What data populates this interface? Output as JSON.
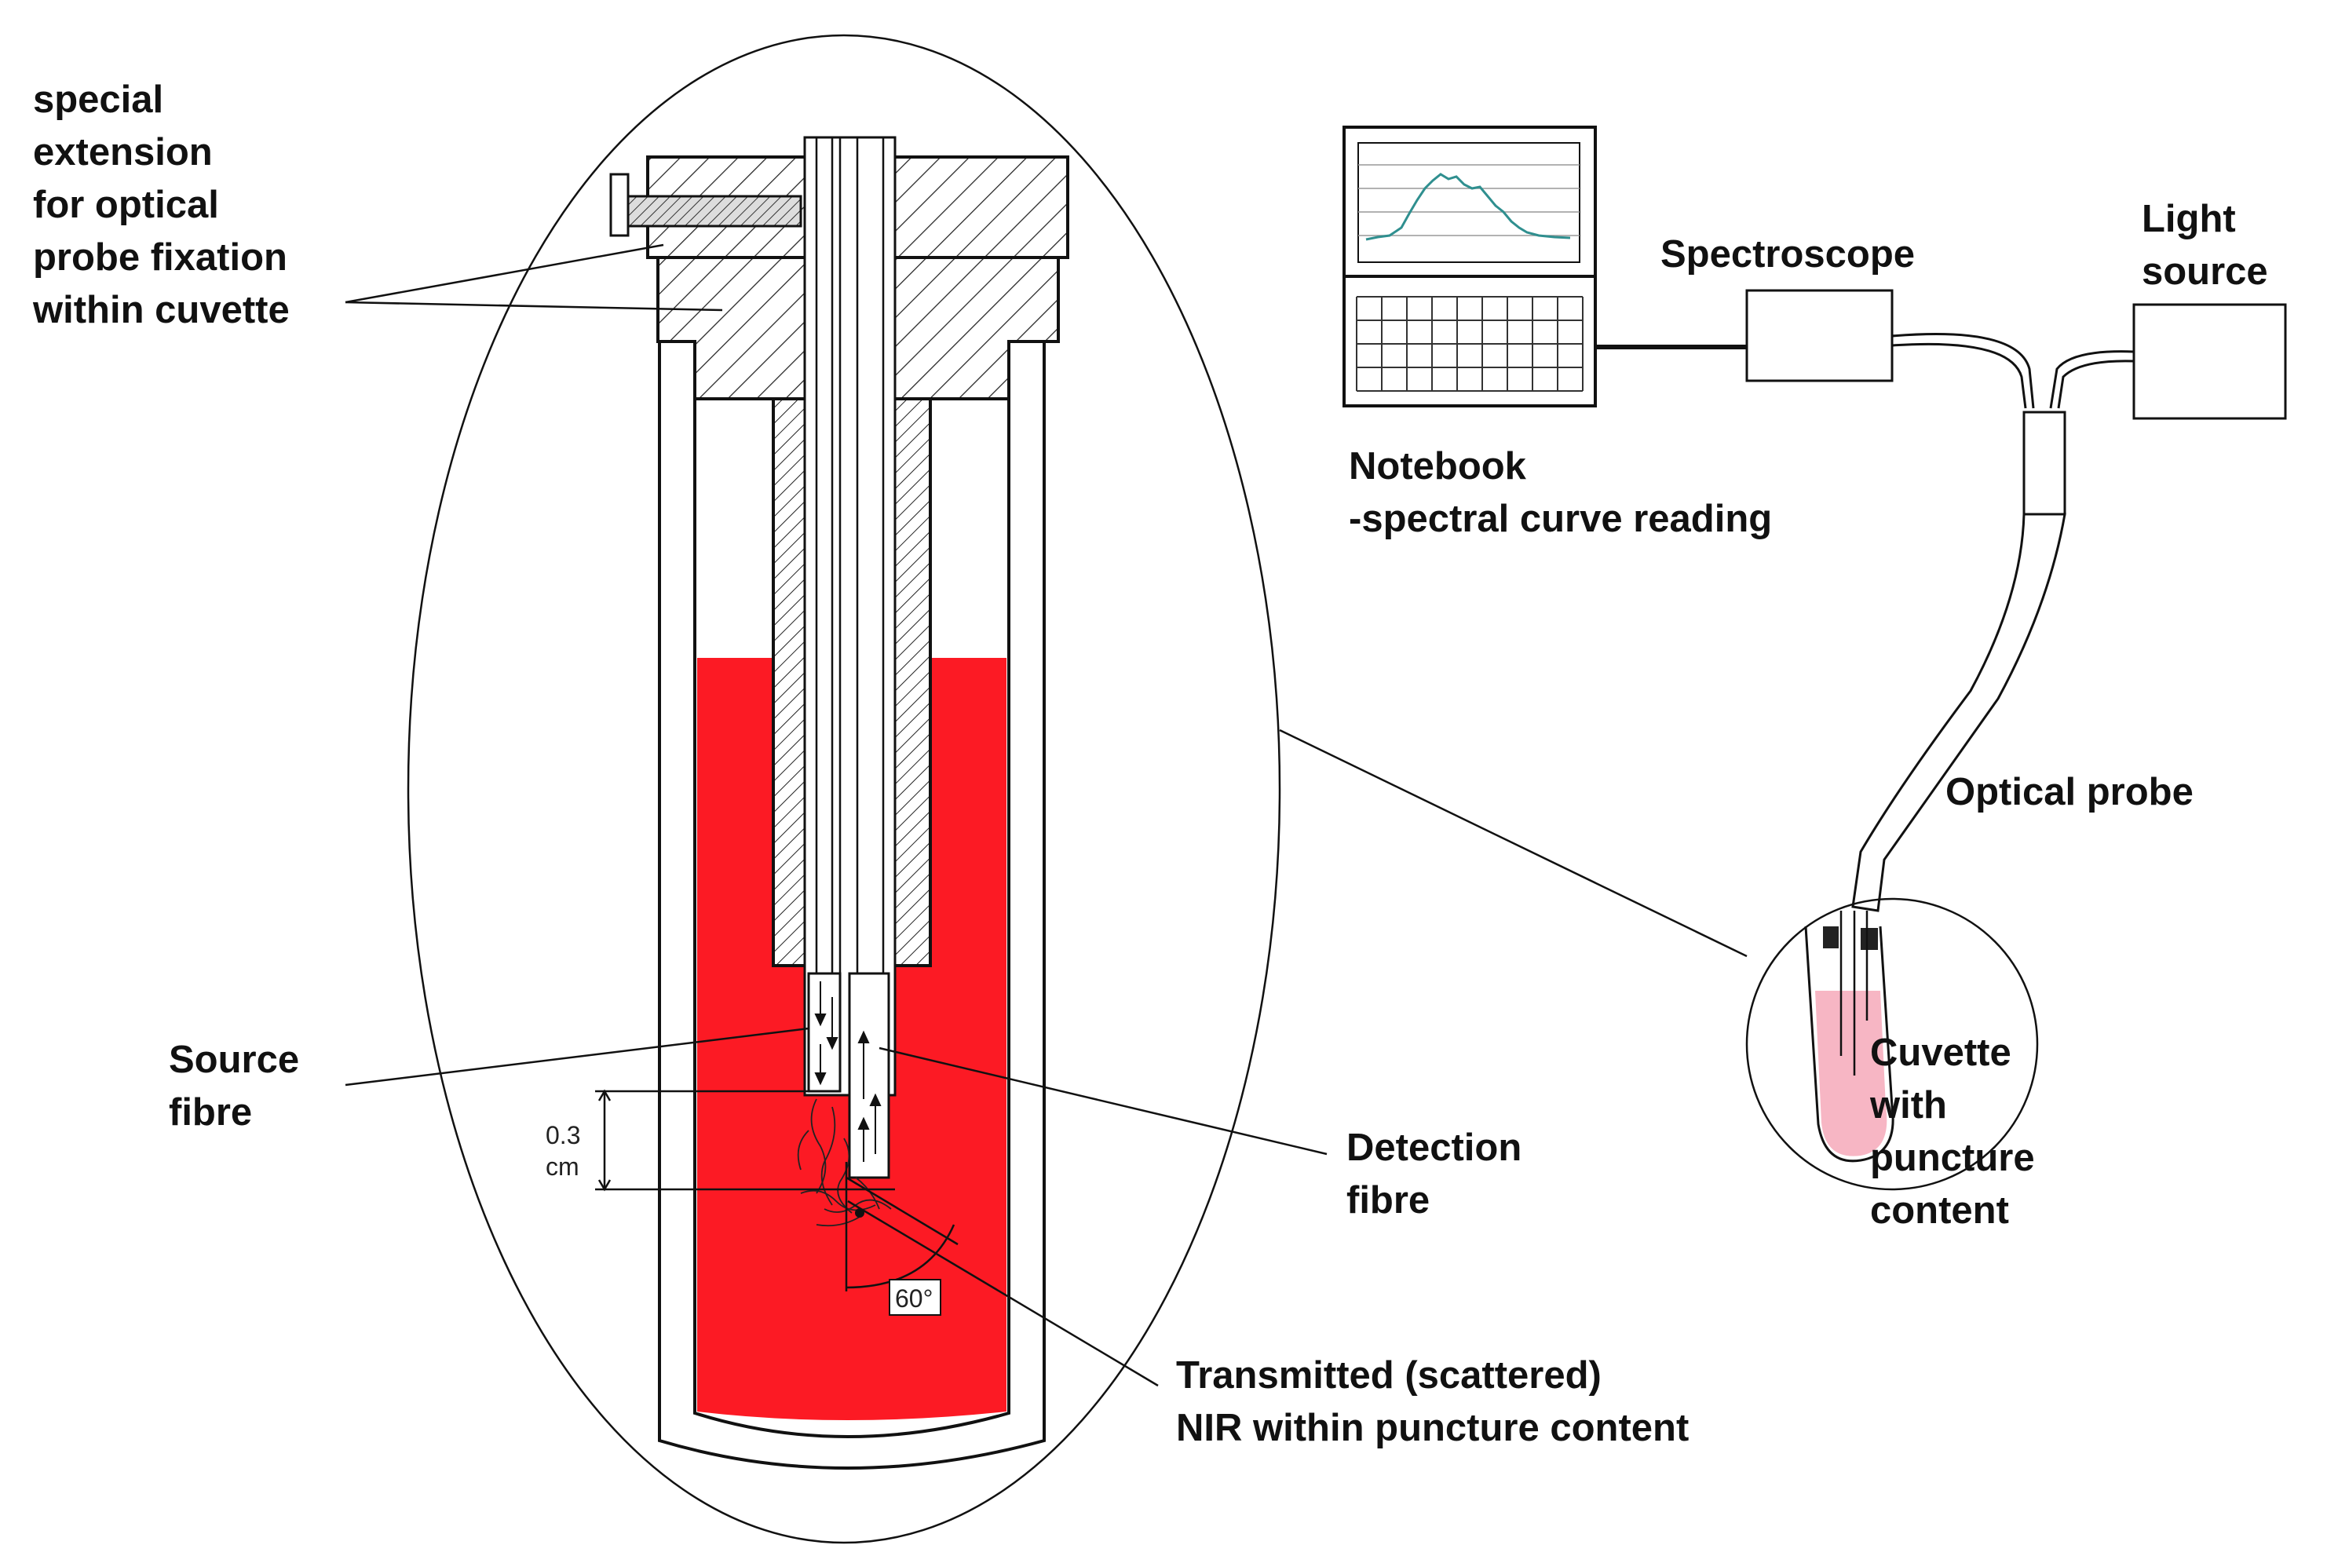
{
  "labels": {
    "extension": [
      "special",
      "extension",
      "for optical",
      "probe fixation",
      "within cuvette"
    ],
    "source_fibre": [
      "Source",
      "fibre"
    ],
    "detection_fibre": [
      "Detection",
      "fibre"
    ],
    "transmitted": [
      "Transmitted (scattered)",
      "NIR within puncture content"
    ],
    "notebook": [
      "Notebook",
      "-spectral curve reading"
    ],
    "spectroscope": "Spectroscope",
    "light_source": [
      "Light",
      "source"
    ],
    "optical_probe": "Optical probe",
    "cuvette": [
      "Cuvette",
      "with",
      "puncture",
      "content"
    ],
    "distance_value": "0.3",
    "distance_unit": "cm",
    "angle": "60°"
  },
  "colors": {
    "puncture_content": "#fc1a24",
    "cuvette_small_fill": "#f7b6c4",
    "spectrum_curve": "#2f8f8f",
    "line": "#111111"
  }
}
